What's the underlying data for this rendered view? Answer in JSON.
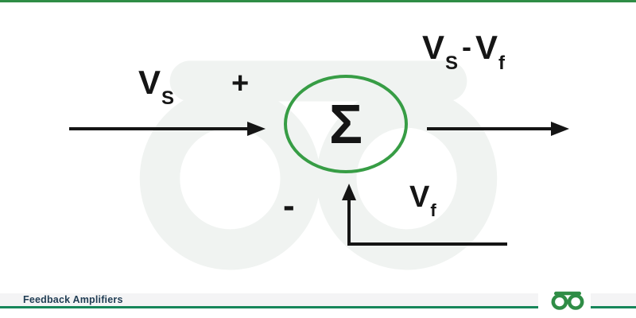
{
  "header": {
    "top_line_color": "#2f8d46"
  },
  "diagram": {
    "input_label": {
      "base": "V",
      "sub": "S"
    },
    "plus_sign": "+",
    "sum_symbol": "Σ",
    "output_label": {
      "base1": "V",
      "sub1": "S",
      "operator": "-",
      "base2": "V",
      "sub2": "f"
    },
    "minus_sign": "-",
    "feedback_label": {
      "base": "V",
      "sub": "f"
    }
  },
  "colors": {
    "ink": "#151515",
    "circle_stroke": "#379d45",
    "watermark": "#f0f3f1",
    "brand_green": "#2f8d46",
    "footer_line": "#17865a",
    "footer_bg": "#f4f4f5",
    "footer_text": "#1f3c53"
  },
  "footer": {
    "title": "Feedback Amplifiers"
  }
}
